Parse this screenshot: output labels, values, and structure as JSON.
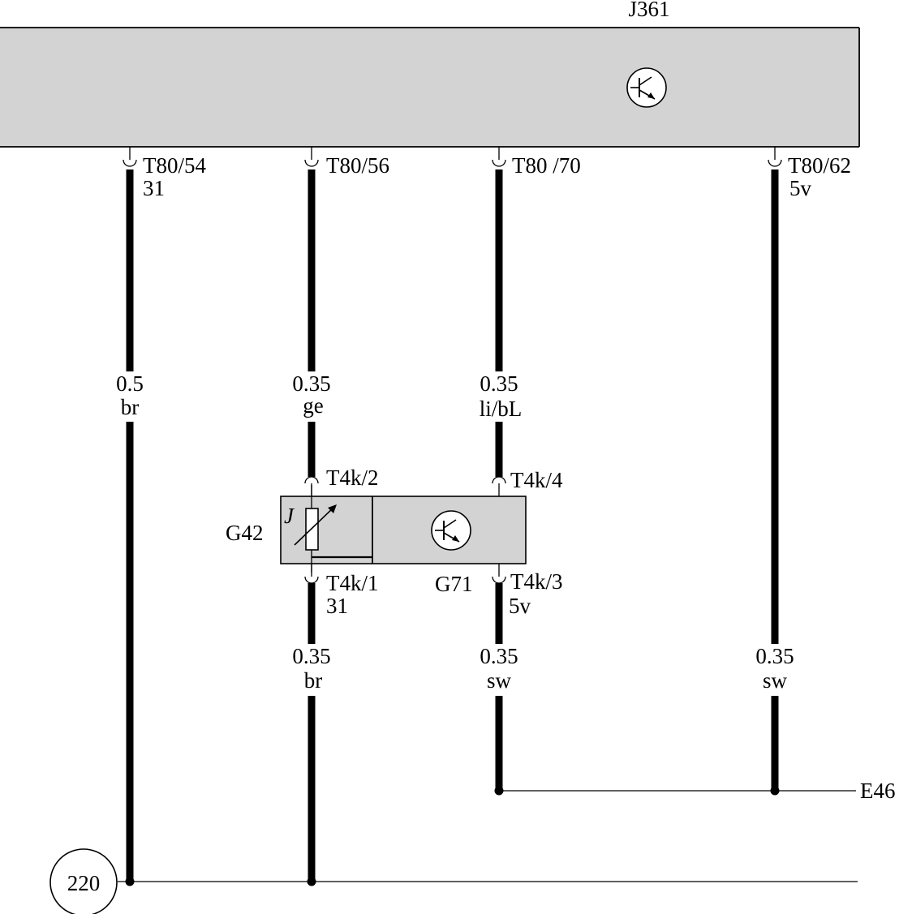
{
  "control_unit": {
    "label": "J361",
    "fill_color": "#d3d3d3",
    "symbol": "transistor-icon"
  },
  "module_pins": [
    {
      "pin": "T80/54",
      "sub": "31"
    },
    {
      "pin": "T80/56",
      "sub": ""
    },
    {
      "pin": "T80 /70",
      "sub": ""
    },
    {
      "pin": "T80/62",
      "sub": "5v"
    }
  ],
  "wires": [
    {
      "size": "0.5",
      "color": "br"
    },
    {
      "size": "0.35",
      "color": "ge"
    },
    {
      "size": "0.35",
      "color": "li/bL"
    },
    {
      "size": "0.35",
      "color": "br"
    },
    {
      "size": "0.35",
      "color": "sw"
    },
    {
      "size": "0.35",
      "color": "sw"
    }
  ],
  "sensor": {
    "left_label": "G42",
    "right_label": "G71",
    "resistor_mark": "J",
    "fill_color": "#d3d3d3",
    "pins": [
      {
        "pin": "T4k/2",
        "sub": ""
      },
      {
        "pin": "T4k/4",
        "sub": ""
      },
      {
        "pin": "T4k/1",
        "sub": "31"
      },
      {
        "pin": "T4k/3",
        "sub": "5v"
      }
    ]
  },
  "references": {
    "ground_point": "220",
    "continuation": "E46"
  }
}
